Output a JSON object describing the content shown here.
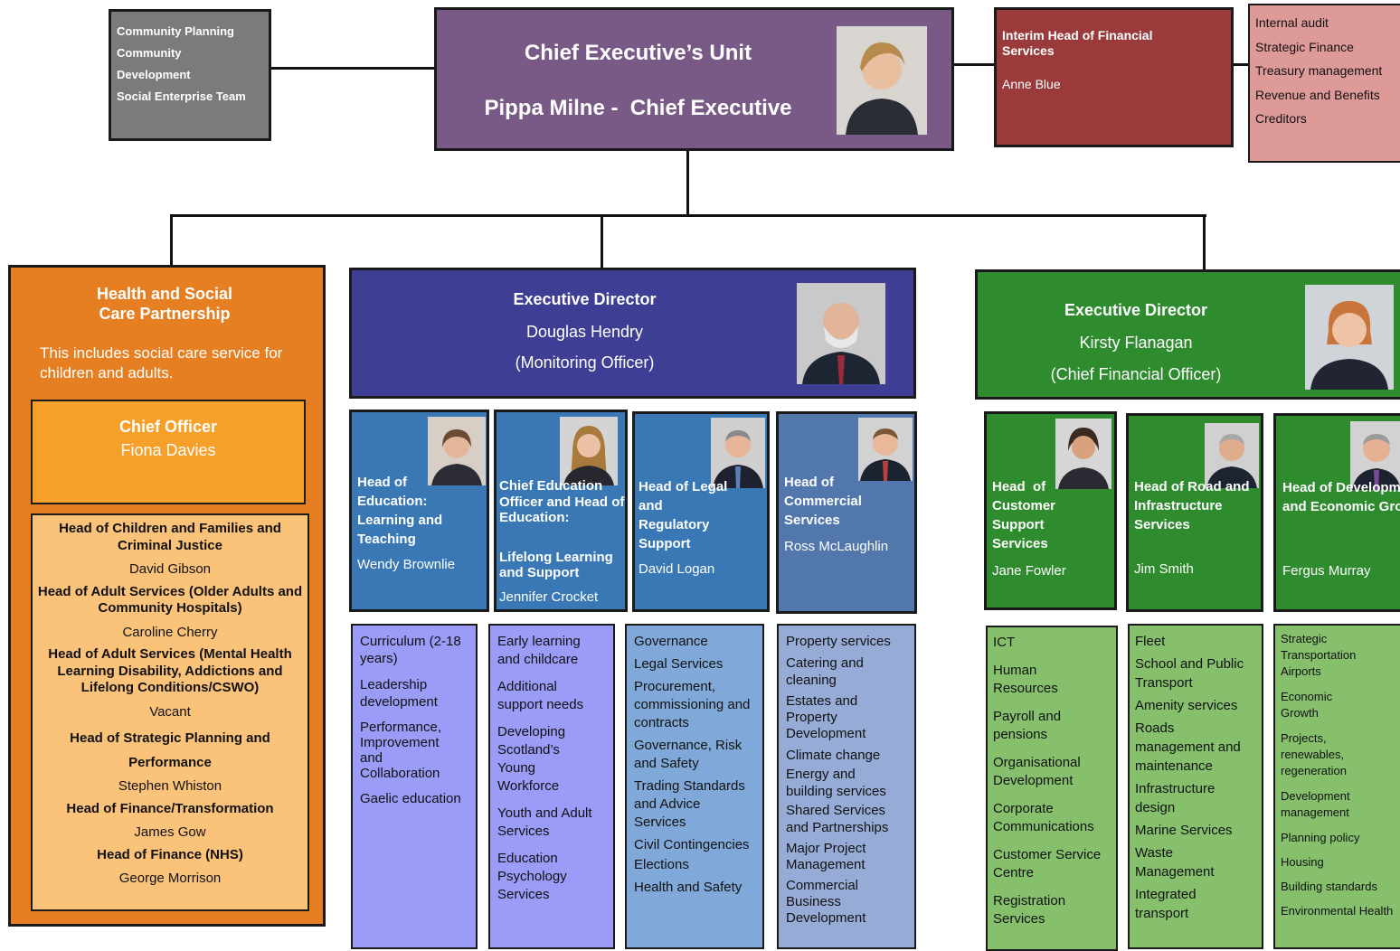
{
  "colors": {
    "purple": "#795a86",
    "maroon": "#9b3a3b",
    "pink": "#de9a99",
    "grey": "#7b7b7b",
    "orange": "#e67f22",
    "orange_mid": "#f6a02a",
    "orange_light": "#fbc27a",
    "navy": "#3e3e94",
    "blue": "#3a78b5",
    "slate_blue": "#5277ac",
    "lavender": "#9b9bf8",
    "light_blue": "#80a9d9",
    "periwinkle": "#96acd6",
    "green": "#2e8b2e",
    "light_green": "#86c06c"
  },
  "community": {
    "items": [
      "Community Planning",
      "Community Development",
      "Social Enterprise Team"
    ]
  },
  "chief": {
    "unit": "Chief Executive’s Unit",
    "title": "Pippa Milne -  Chief Executive"
  },
  "finance": {
    "title": "Interim Head of Financial Services",
    "name": "Anne Blue",
    "items": [
      "Internal audit",
      "Strategic Finance",
      "Treasury management",
      "Revenue and Benefits",
      "Creditors"
    ]
  },
  "hscp": {
    "title": "Health and Social Care Partnership",
    "description": "This includes social care service for children and adults.",
    "chief_officer_title": "Chief Officer",
    "chief_officer_name": "Fiona Davies",
    "heads": [
      {
        "title": "Head of Children and Families and Criminal Justice",
        "name": "David Gibson"
      },
      {
        "title": "Head of Adult Services (Older Adults and Community Hospitals)",
        "name": "Caroline Cherry"
      },
      {
        "title": "Head of Adult Services (Mental Health Learning Disability, Addictions and Lifelong Conditions/CSWO)",
        "name": "Vacant"
      },
      {
        "title": "Head of Strategic Planning and Performance",
        "name": "Stephen Whiston"
      },
      {
        "title": "Head of Finance/Transformation",
        "name": "James Gow"
      },
      {
        "title": "Head of Finance (NHS)",
        "name": "George Morrison"
      }
    ]
  },
  "exec1": {
    "title": "Executive Director",
    "name": "Douglas Hendry",
    "role": "(Monitoring Officer)",
    "heads": [
      {
        "title": "Head of Education: Learning and Teaching",
        "name": "Wendy Brownlie",
        "items": [
          "Curriculum (2-18 years)",
          "Leadership development",
          "Performance, Improvement and Collaboration",
          "Gaelic education"
        ]
      },
      {
        "title": "Chief Education Officer and Head of Education:",
        "subtitle": "Lifelong Learning and Support",
        "name": "Jennifer Crocket",
        "items": [
          "Early learning and childcare",
          "Additional support needs",
          "Developing Scotland’s Young Workforce",
          "Youth and Adult Services",
          "Education Psychology Services"
        ]
      },
      {
        "title": "Head of Legal and Regulatory Support",
        "name": "David Logan",
        "items": [
          "Governance",
          "Legal Services",
          "Procurement, commissioning and contracts",
          "Governance, Risk and Safety",
          "Trading Standards and Advice Services",
          "Civil Contingencies",
          "Elections",
          "Health and Safety"
        ]
      },
      {
        "title": "Head of Commercial Services",
        "name": "Ross McLaughlin",
        "items": [
          "Property services",
          "Catering and cleaning",
          "Estates and Property Development",
          "Climate change",
          "Energy and building services",
          "Shared Services and Partnerships",
          "Major Project Management",
          "Commercial Business Development"
        ]
      }
    ]
  },
  "exec2": {
    "title": "Executive Director",
    "name": "Kirsty Flanagan",
    "role": "(Chief Financial Officer)",
    "heads": [
      {
        "title": "Head  of Customer Support Services",
        "name": "Jane Fowler",
        "items": [
          "ICT",
          "Human Resources",
          "Payroll and pensions",
          "Organisational Development",
          "Corporate Communications",
          "Customer Service Centre",
          "Registration Services"
        ]
      },
      {
        "title": "Head of Road and Infrastructure Services",
        "name": "Jim Smith",
        "items": [
          "Fleet",
          "School and Public Transport",
          "Amenity services",
          "Roads management and maintenance",
          "Infrastructure design",
          "Marine Services",
          "Waste Management",
          "Integrated transport"
        ]
      },
      {
        "title": "Head of Development and Economic Growth",
        "name": "Fergus Murray",
        "items": [
          "Strategic Transportation Airports",
          "Economic Growth",
          "Projects, renewables, regeneration",
          "Development management",
          "Planning policy",
          "Housing",
          "Building standards",
          "Environmental Health"
        ]
      }
    ]
  }
}
